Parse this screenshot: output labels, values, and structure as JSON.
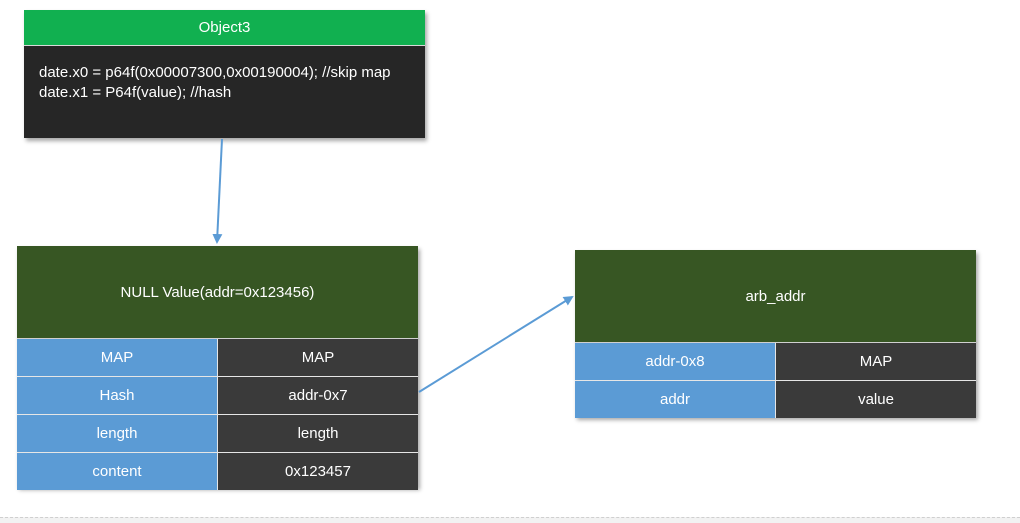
{
  "object3": {
    "title": "Object3",
    "lines": [
      "date.x0 = p64f(0x00007300,0x00190004); //skip map",
      "date.x1 = P64f(value); //hash"
    ]
  },
  "null_value": {
    "title": "NULL Value(addr=0x123456)",
    "rows": [
      {
        "key": "MAP",
        "value": "MAP"
      },
      {
        "key": "Hash",
        "value": "addr-0x7"
      },
      {
        "key": "length",
        "value": "length"
      },
      {
        "key": "content",
        "value": "0x123457"
      }
    ]
  },
  "arb_addr": {
    "title": "arb_addr",
    "rows": [
      {
        "key": "addr-0x8",
        "value": "MAP"
      },
      {
        "key": "addr",
        "value": "value"
      }
    ]
  },
  "colors": {
    "object3_header": "#11b050",
    "object3_body": "#262626",
    "table_title": "#375623",
    "key_cell": "#5b9bd5",
    "value_cell": "#3a3a3a",
    "arrow": "#5b9bd5"
  }
}
